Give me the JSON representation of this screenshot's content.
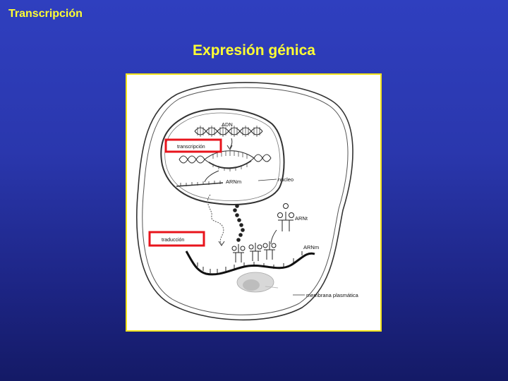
{
  "header": {
    "section_label": "Transcripción"
  },
  "title": "Expresión génica",
  "diagram": {
    "labels": {
      "dna": "ADN",
      "transcription": "transcripción",
      "mrna_nucleus": "ARNm",
      "nucleus": "núcleo",
      "trna": "ARNt",
      "translation": "traducción",
      "mrna_cytoplasm": "ARNm",
      "membrane": "membrana plasmática"
    },
    "colors": {
      "label_frame": "#f2e21a",
      "highlight_box": "#e8141c",
      "background_top": "#2f3fbf",
      "background_bottom": "#141a66",
      "title_text": "#ffff33"
    }
  }
}
